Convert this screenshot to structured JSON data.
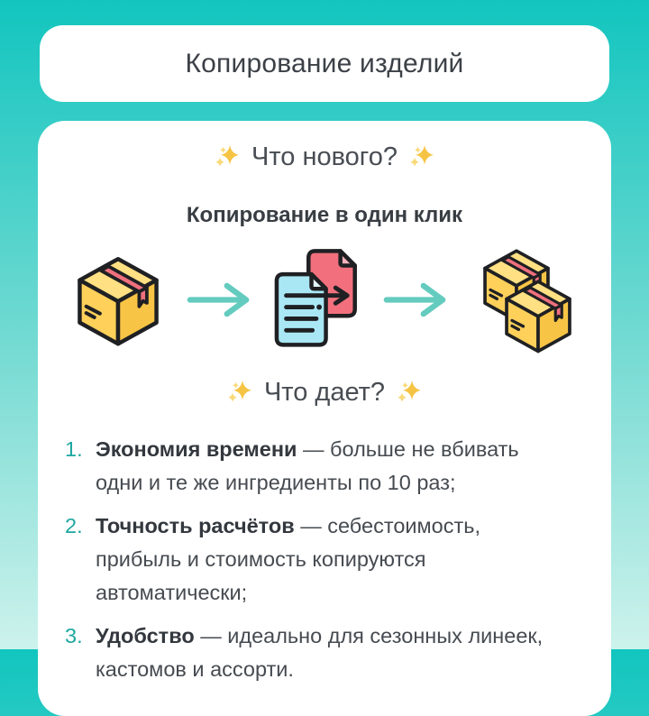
{
  "page_title_card": {
    "title": "Копирование изделий"
  },
  "content_card": {
    "whats_new_heading": "Что нового?",
    "subtitle": "Копирование в один клик",
    "illustration": {
      "step1_icon": "box-icon",
      "step2_icon": "arrow-right-icon",
      "step3_icon": "copy-documents-icon",
      "step4_icon": "arrow-right-icon",
      "step5_icon": "boxes-icon"
    },
    "benefits_heading": "Что дает?",
    "benefits": [
      {
        "number": "1.",
        "lead": "Экономия времени",
        "text": " — больше не вбивать одни и те же ингредиенты по 10 раз;"
      },
      {
        "number": "2.",
        "lead": "Точность расчётов",
        "text": " — себестоимость, прибыль и стоимость копируются автоматически;"
      },
      {
        "number": "3.",
        "lead": "Удобство",
        "text": " — идеально для сезонных линеек, кастомов и ассорти."
      }
    ]
  },
  "colors": {
    "background_top": "#12C5BF",
    "background_bottom": "#CDF2EC",
    "card_background": "#FFFFFF",
    "accent_teal_number": "#1EA7A1",
    "flow_arrow": "#64CBBF",
    "box_yellow_top": "#FFE083",
    "box_yellow_left": "#FFD05A",
    "box_yellow_right": "#F8C445",
    "tape_red": "#F0707E",
    "document_blue": "#A9E7F4",
    "document_red": "#F2707D",
    "sparkle_gold": "#F6C445",
    "text_dark": "#33383E",
    "text_body": "#464B51"
  }
}
